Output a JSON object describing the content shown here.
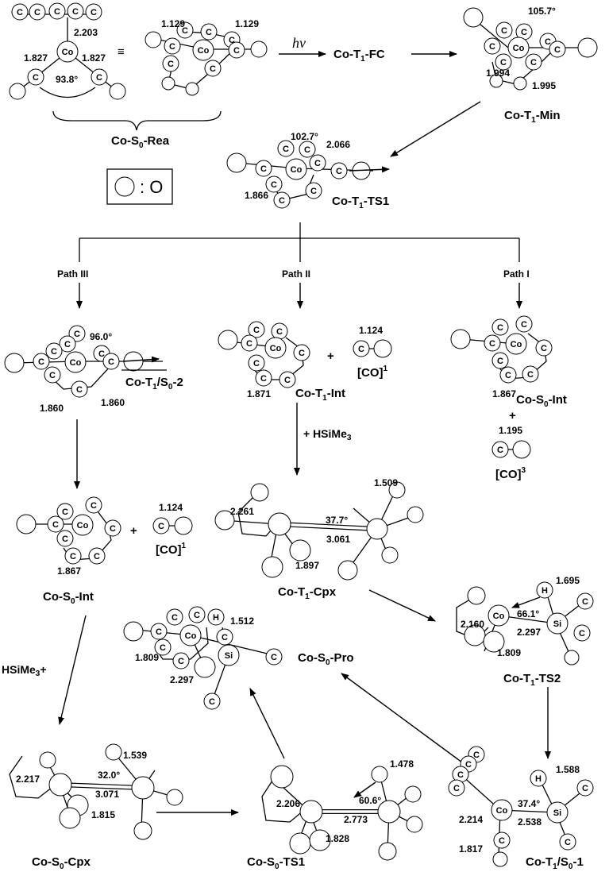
{
  "legend": {
    "symbol_label": ": O"
  },
  "photon": "hv",
  "paths": {
    "p3": "Path III",
    "p2": "Path II",
    "p1": "Path I"
  },
  "reagents": {
    "hsime3_right": "+ HSiMe",
    "hsime3_left": "HSiMe",
    "sub3": "3",
    "plus": "+"
  },
  "species": {
    "rea": {
      "main": "Co-S",
      "sub": "0",
      "tail": "-Rea"
    },
    "fc": {
      "main": "Co-T",
      "sub": "1",
      "tail": "-FC"
    },
    "t1min": {
      "main": "Co-T",
      "sub": "1",
      "tail": "-Min"
    },
    "t1ts1": {
      "main": "Co-T",
      "sub": "1",
      "tail": "-TS1"
    },
    "t1s02": {
      "main": "Co-T",
      "sub": "1",
      "mid": "/S",
      "sub2": "0",
      "tail": "-2"
    },
    "t1int": {
      "main": "Co-T",
      "sub": "1",
      "tail": "-Int"
    },
    "s0int_r": {
      "main": "Co-S",
      "sub": "0",
      "tail": "-Int"
    },
    "s0int_l": {
      "main": "Co-S",
      "sub": "0",
      "tail": "-Int"
    },
    "t1cpx": {
      "main": "Co-T",
      "sub": "1",
      "tail": "-Cpx"
    },
    "t1ts2": {
      "main": "Co-T",
      "sub": "1",
      "tail": "-TS2"
    },
    "s0pro": {
      "main": "Co-S",
      "sub": "0",
      "tail": "-Pro"
    },
    "s0cpx": {
      "main": "Co-S",
      "sub": "0",
      "tail": "-Cpx"
    },
    "s0ts1": {
      "main": "Co-S",
      "sub": "0",
      "tail": "-TS1"
    },
    "t1s01": {
      "main": "Co-T",
      "sub": "1",
      "mid": "/S",
      "sub2": "0",
      "tail": "-1"
    }
  },
  "co_labels": {
    "co1": "[CO]",
    "co3": "[CO]",
    "sup1": "1",
    "sup3": "3"
  },
  "atoms": {
    "C": "C",
    "Co": "Co",
    "Si": "Si",
    "H": "H"
  },
  "values": {
    "rea_cc": "2.203",
    "rea_l": "1.827",
    "rea_r": "1.827",
    "rea_ang": "93.8°",
    "rea2_l": "1.129",
    "rea2_r": "1.129",
    "equiv": "≡",
    "min_ang": "105.7°",
    "min_l": "1.994",
    "min_r": "1.995",
    "ts1_ang": "102.7°",
    "ts1_r": "2.066",
    "ts1_l": "1.866",
    "p3_ang": "96.0°",
    "p3_l": "1.860",
    "p3_r": "1.860",
    "p2_l": "1.871",
    "co_p2": "1.124",
    "p1_l": "1.867",
    "co_p1": "1.195",
    "s0i_l": "1.867",
    "co_s0i": "1.124",
    "cpx_ring": "2.261",
    "cpx_ang": "37.7°",
    "cpx_sih": "1.509",
    "cpx_cosi": "3.061",
    "cpx_co": "1.897",
    "ts2_coh": "2.160",
    "ts2_sih": "1.695",
    "ts2_ang": "66.1°",
    "ts2_cosi": "2.297",
    "ts2_co": "1.809",
    "pro_sih": "1.512",
    "pro_co": "1.809",
    "pro_cosi": "2.297",
    "s0cpx_ring": "2.217",
    "s0cpx_sih": "1.539",
    "s0cpx_ang": "32.0°",
    "s0cpx_cosi": "3.071",
    "s0cpx_co": "1.815",
    "s0ts1_sih": "1.478",
    "s0ts1_ring": "2.206",
    "s0ts1_ang": "60.6°",
    "s0ts1_cosi": "2.773",
    "s0ts1_co": "1.828",
    "t1s01_sih": "1.588",
    "t1s01_ring": "2.214",
    "t1s01_ang": "37.4°",
    "t1s01_cosi": "2.538",
    "t1s01_co": "1.817"
  }
}
